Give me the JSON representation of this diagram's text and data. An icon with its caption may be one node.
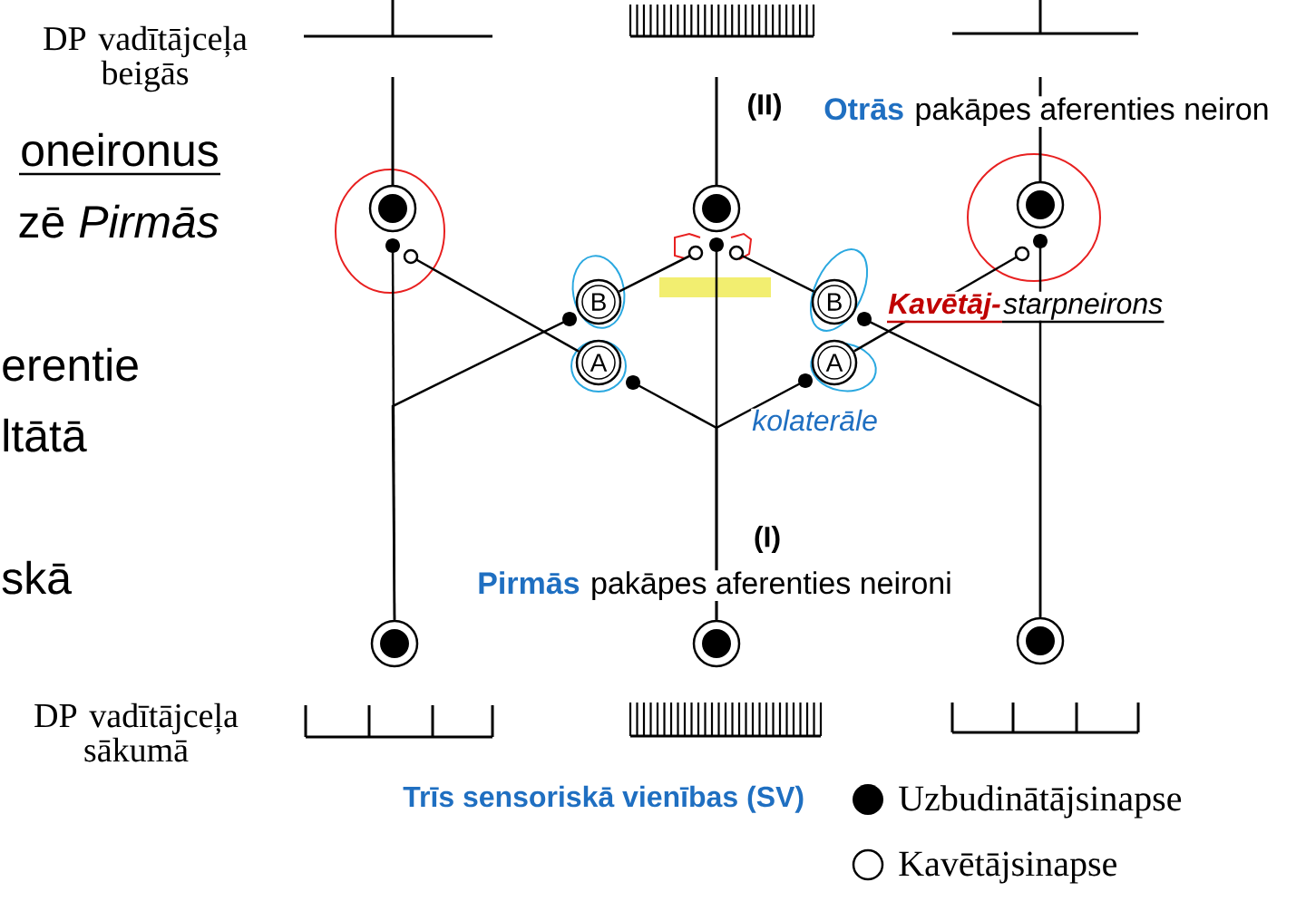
{
  "diagram": {
    "nodes": [
      {
        "text": [],
        "shape": "circle"
      },
      {
        "text": [],
        "shape": "circle"
      },
      {
        "text": [],
        "shape": "circle"
      },
      {
        "text": [
          "B"
        ]
      },
      {
        "text": [
          "B"
        ]
      },
      {
        "text": [
          "A"
        ]
      },
      {
        "text": [
          "A"
        ]
      },
      {
        "text": [],
        "shape": "circle"
      },
      {
        "text": [],
        "shape": "circle"
      },
      {
        "text": [],
        "shape": "circle"
      }
    ],
    "edges": [
      {
        "from": 7,
        "to": 0,
        "arrow": "other"
      },
      {
        "from": 7,
        "to": 3,
        "arrow": "other"
      },
      {
        "from": 8,
        "to": 1,
        "arrow": "other"
      },
      {
        "from": 8,
        "to": 5,
        "arrow": "other"
      },
      {
        "from": 8,
        "to": 6,
        "arrow": "other"
      },
      {
        "from": 9,
        "to": 2,
        "arrow": "other"
      },
      {
        "from": 9,
        "to": 4,
        "arrow": "other"
      },
      {
        "from": 5,
        "to": 0,
        "arrow": "other"
      },
      {
        "from": 3,
        "to": 1,
        "arrow": "other"
      },
      {
        "from": 4,
        "to": 1,
        "arrow": "other"
      },
      {
        "from": 6,
        "to": 2,
        "arrow": "other"
      }
    ],
    "labels": [
      "DP vadītājceļa beigās",
      "oneironus",
      "zē *Pirmās*",
      "erentie",
      "ltātā",
      "skā",
      "(II)",
      "Otrās",
      "pakāpes aferenties neiron",
      "Kavētāj-",
      "starpneirons",
      "kolaterāle",
      "(I)",
      "Pirmās",
      "pakāpes aferenties neironi",
      "DP vadītājceļa sākumā",
      "Trīs sensoriskā vienības (SV)"
    ],
    "legend": [
      {
        "text": "Uzbudinātājsinapse"
      },
      {
        "text": "Kavētājsinapse"
      }
    ]
  }
}
